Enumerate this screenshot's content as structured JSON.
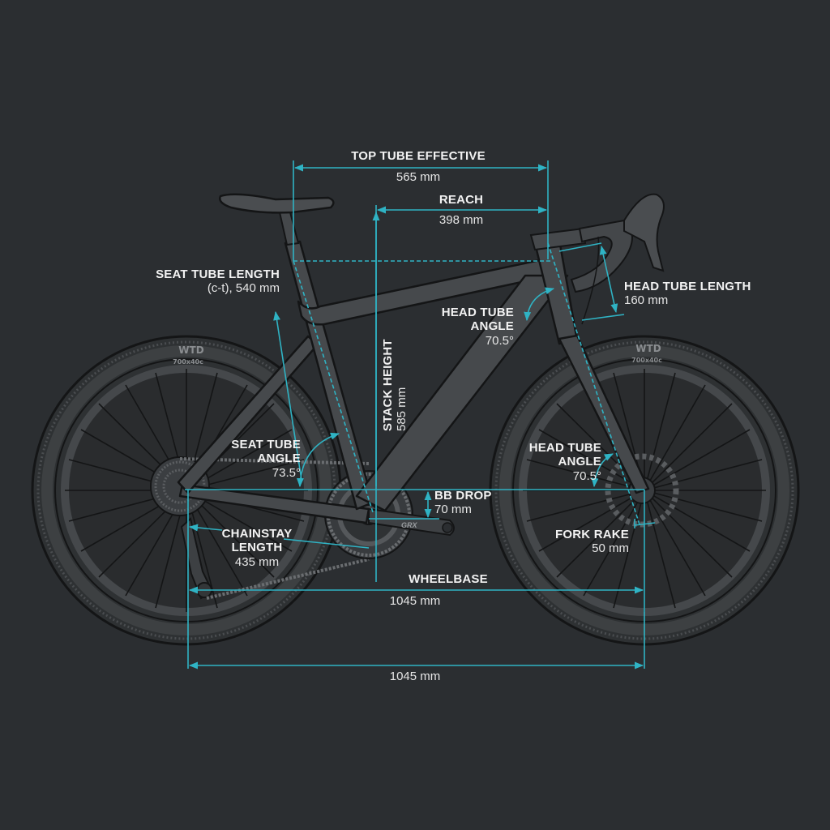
{
  "diagram": {
    "subject": "Gravel / road bike frame geometry",
    "colors": {
      "background": "#2b2e31",
      "frame": "#46494c",
      "frame_outline": "#141516",
      "tire": "#3a3c3e",
      "dimension_line": "#2fb3c4",
      "label_text": "#f2f2f2"
    },
    "tire_branding": {
      "rear_top": "WTD",
      "front_top": "WTD",
      "rear_sub": "700x40c",
      "front_sub": "700x40c"
    },
    "crank_logo": "GRX"
  },
  "measurements": {
    "top_tube": {
      "title": "TOP TUBE EFFECTIVE",
      "value": "565 mm"
    },
    "reach": {
      "title": "REACH",
      "value": "398 mm"
    },
    "seat_tube_length": {
      "title": "SEAT TUBE LENGTH",
      "value": "(c-t), 540 mm"
    },
    "head_tube_length": {
      "title": "HEAD TUBE LENGTH",
      "value": "160 mm"
    },
    "head_tube_angle_upper": {
      "title_line1": "HEAD TUBE",
      "title_line2": "ANGLE",
      "value": "70.5°"
    },
    "stack_height": {
      "title": "STACK HEIGHT",
      "value": "585 mm"
    },
    "seat_tube_angle": {
      "title_line1": "SEAT TUBE",
      "title_line2": "ANGLE",
      "value": "73.5°"
    },
    "bb_drop": {
      "title": "BB DROP",
      "value": "70 mm"
    },
    "head_tube_angle_lower": {
      "title_line1": "HEAD TUBE",
      "title_line2": "ANGLE",
      "value": "70.5°"
    },
    "chainstay_length": {
      "title_line1": "CHAINSTAY",
      "title_line2": "LENGTH",
      "value": "435 mm"
    },
    "fork_rake": {
      "title": "FORK RAKE",
      "value": "50 mm"
    },
    "wheelbase": {
      "title": "WHEELBASE",
      "value": "1045 mm"
    },
    "overall_length": {
      "value": "1045 mm"
    }
  }
}
